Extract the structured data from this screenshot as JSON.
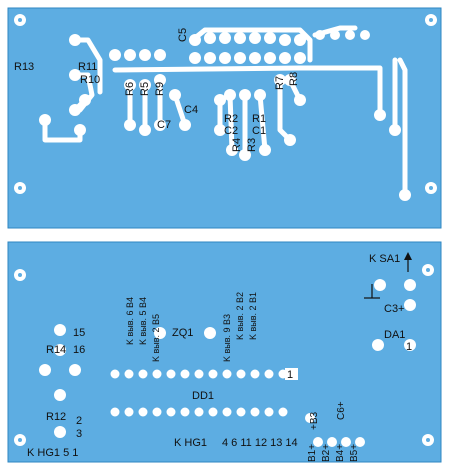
{
  "colors": {
    "board": "#5dade2",
    "copper": "#ffffff",
    "outline": "#2e86c1",
    "text": "#111111"
  },
  "top_board": {
    "labels": {
      "r13": "R13",
      "r11": "R11",
      "r10": "R10",
      "c5": "C5",
      "r6": "R6",
      "r5": "R5",
      "r9": "R9",
      "c4": "C4",
      "c7": "C7",
      "r7": "R7",
      "r8": "R8",
      "r2": "R2",
      "r1": "R1",
      "c2": "C2",
      "c1": "C1",
      "r4": "R4",
      "r3": "R3"
    }
  },
  "bottom_board": {
    "labels": {
      "ksa1": "K SA1",
      "c3": "C3+",
      "da1": "DA1",
      "da1_pin": "1",
      "zq1": "ZQ1",
      "dd1": "DD1",
      "dd1_pin": "1",
      "pin15": "15",
      "pin16": "16",
      "r14": "R14",
      "r12": "R12",
      "pin2": "2",
      "pin3": "3",
      "khg1_left": "K HG1 5  1",
      "khg1_bottom": "K HG1",
      "hg_pins": "4  6  11 12 13 14",
      "b1": "B1+",
      "b2": "B2+",
      "b3": "+B3",
      "b4": "B4+",
      "b5": "B5+",
      "c6": "C6+",
      "kb4": "K выв. 6 B4",
      "kb4b": "K выв. 5 B4",
      "kb5": "K выв. 2 B5",
      "kb3": "K выв. 9 B3",
      "kb2": "K выв. 2 B2",
      "kb1": "K выв. 2 B1"
    }
  }
}
